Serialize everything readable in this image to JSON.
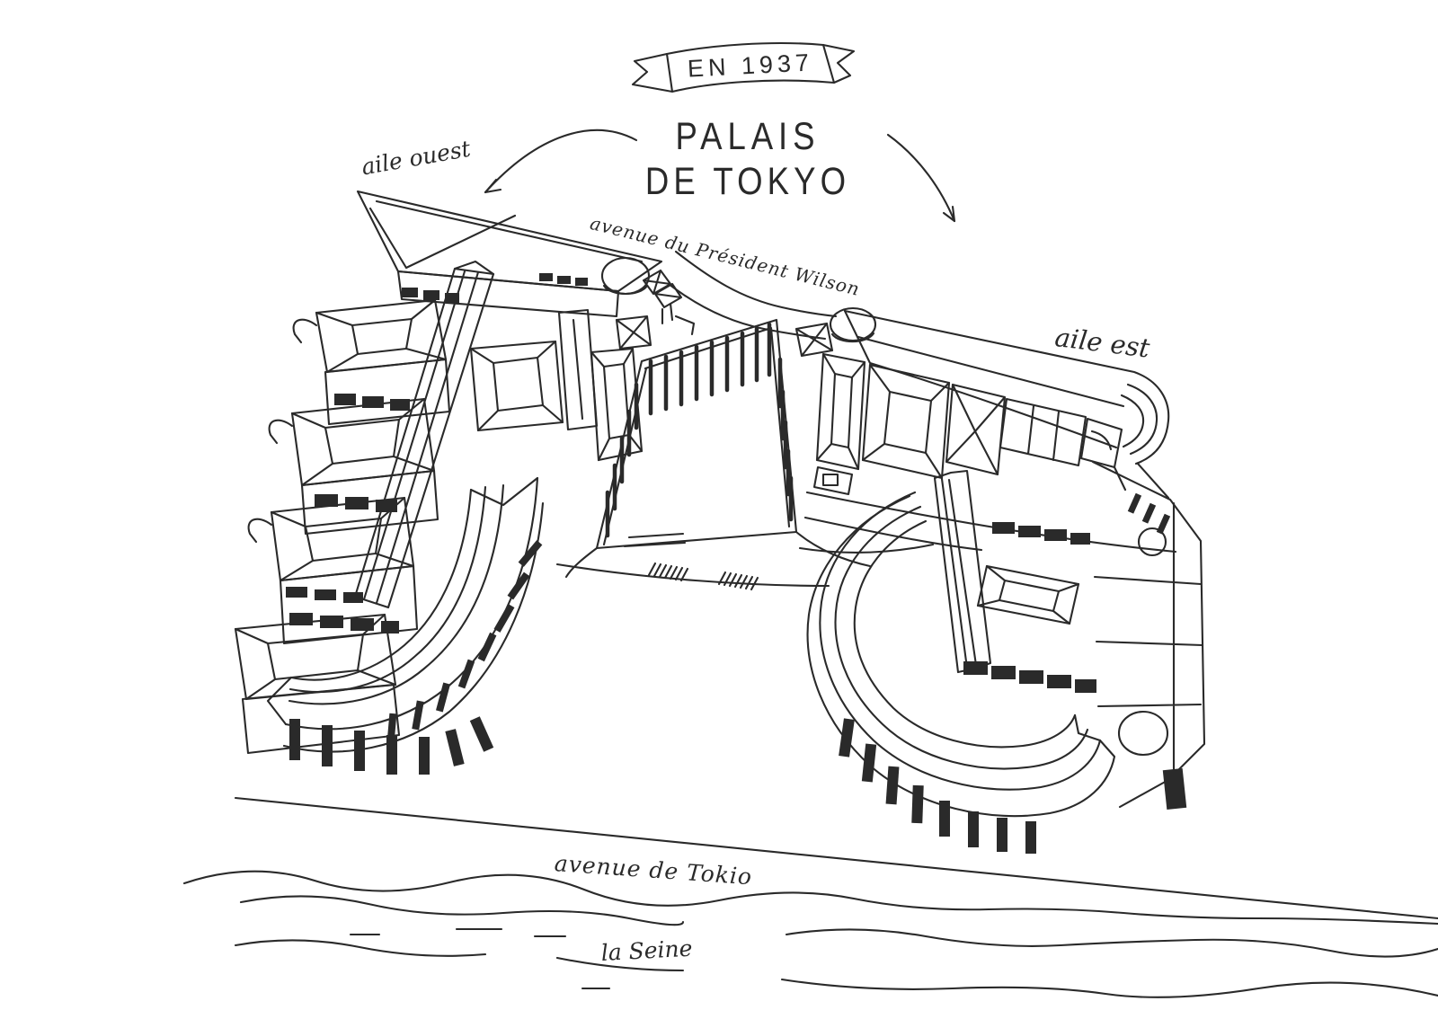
{
  "banner": {
    "text": "EN 1937"
  },
  "title": {
    "line1": "PALAIS",
    "line2": "DE TOKYO"
  },
  "labels": {
    "west_wing": "aile ouest",
    "avenue_wilson": "avenue du Président Wilson",
    "east_wing": "aile est",
    "avenue_tokio": "avenue de Tokio",
    "river": "la Seine"
  },
  "colors": {
    "ink": "#2a2a2a",
    "paper": "#ffffff"
  }
}
